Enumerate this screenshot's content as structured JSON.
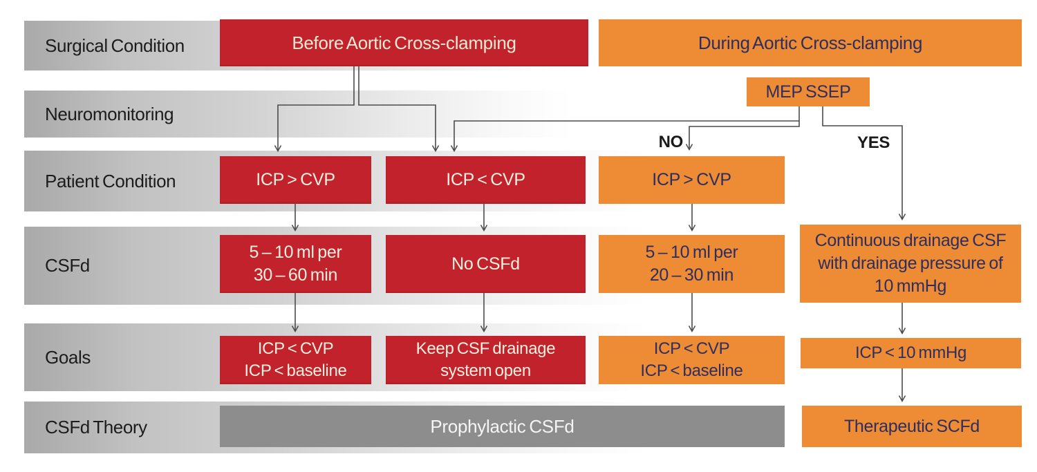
{
  "palette": {
    "red": "#c2222b",
    "orange": "#ee8b35",
    "theory_gray": "#8d8d8d",
    "band_gray": "#a9a9a9",
    "connector_line": "#4a4a4a",
    "red_box_text": "#f7efe0",
    "orange_box_text": "#2e2e5e",
    "row_label_text": "#1c1c1c"
  },
  "rows": [
    {
      "label": "Surgical Condition"
    },
    {
      "label": "Neuromonitoring"
    },
    {
      "label": "Patient Condition"
    },
    {
      "label": "CSFd"
    },
    {
      "label": "Goals"
    },
    {
      "label": "CSFd Theory"
    }
  ],
  "branch_labels": {
    "no": "NO",
    "yes": "YES"
  },
  "columns": {
    "before": {
      "header": "Before Aortic Cross-clamping",
      "paths": [
        {
          "patient_condition": "ICP > CVP",
          "csfd": "5 – 10 ml per\n30 – 60 min",
          "goals": "ICP < CVP\nICP < baseline"
        },
        {
          "patient_condition": "ICP < CVP",
          "csfd": "No CSFd",
          "goals": "Keep CSF drainage\nsystem open"
        }
      ],
      "theory": "Prophylactic CSFd"
    },
    "during": {
      "header": "During Aortic Cross-clamping",
      "neuromonitoring": "MEP SSEP",
      "paths": [
        {
          "branch": "NO",
          "patient_condition": "ICP > CVP",
          "csfd": "5 – 10 ml per\n20 – 30 min",
          "goals": "ICP < CVP\nICP < baseline"
        },
        {
          "branch": "YES",
          "csfd": "Continuous drainage CSF\nwith drainage pressure of\n10 mmHg",
          "goals": "ICP < 10 mmHg",
          "theory": "Therapeutic SCFd"
        }
      ]
    }
  }
}
